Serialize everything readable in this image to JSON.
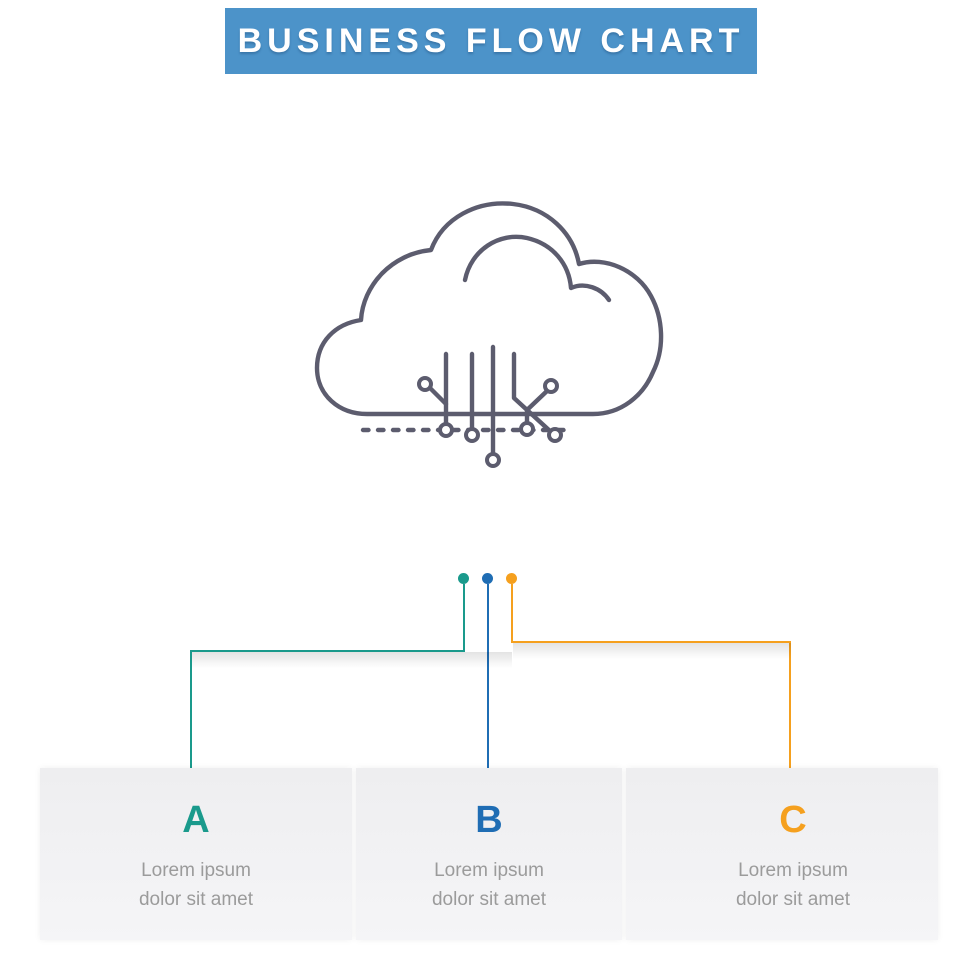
{
  "banner": {
    "title": "BUSINESS FLOW CHART",
    "bg_color": "#4C93C9",
    "text_color": "#FFFFFF"
  },
  "icon": {
    "name": "cloud-computing-circuit-icon",
    "stroke_color": "#5C5C6E"
  },
  "branches": [
    {
      "label": "A",
      "color": "#1A9A8C",
      "text_lines": [
        "Lorem ipsum",
        "dolor sit amet"
      ]
    },
    {
      "label": "B",
      "color": "#1F6DB4",
      "text_lines": [
        "Lorem ipsum",
        "dolor sit amet"
      ]
    },
    {
      "label": "C",
      "color": "#F5A01E",
      "text_lines": [
        "Lorem ipsum",
        "dolor sit amet"
      ]
    }
  ],
  "panel_color": "#F1F1F2",
  "body_text_color": "#9B9B9B"
}
